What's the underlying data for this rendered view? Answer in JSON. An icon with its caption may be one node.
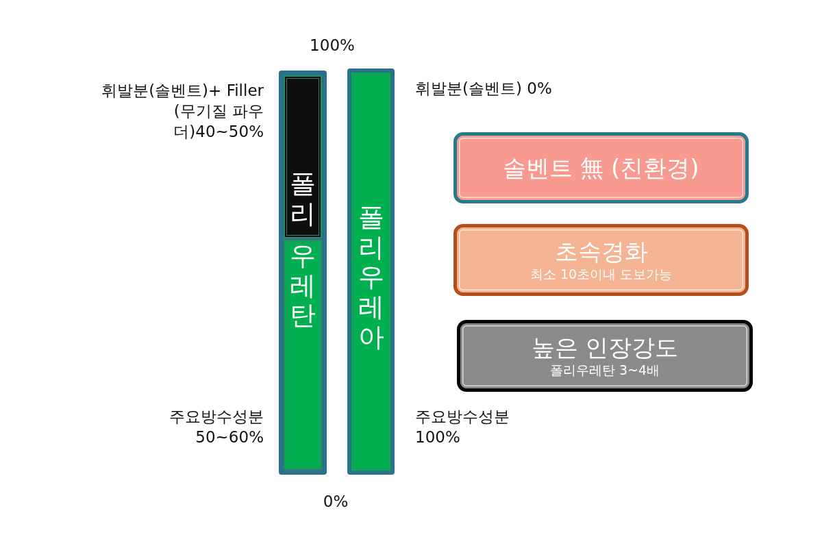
{
  "diagram": {
    "nodes": [
      {
        "text": [],
        "shape": "bar"
      },
      {
        "text": [
          "폴리"
        ],
        "in": 0
      },
      {
        "text": [
          "우레탄"
        ],
        "in": 0
      },
      {
        "text": [
          "폴리우레아"
        ]
      },
      {
        "text": [
          "솔벤트 無 (친환경)"
        ]
      },
      {
        "text": [
          "초속경화",
          "최소 10초이내 도보가능"
        ]
      },
      {
        "text": [
          "높은 인장강도",
          "폴리우레탄 3~4배"
        ]
      }
    ],
    "labels": [
      "100%",
      "휘발분(솔벤트)+ Filler (무기질 파우더)40~50%",
      "휘발분(솔벤트) 0%",
      "주요방수성분 50~60%",
      "주요방수성분 100%",
      "0%"
    ]
  }
}
